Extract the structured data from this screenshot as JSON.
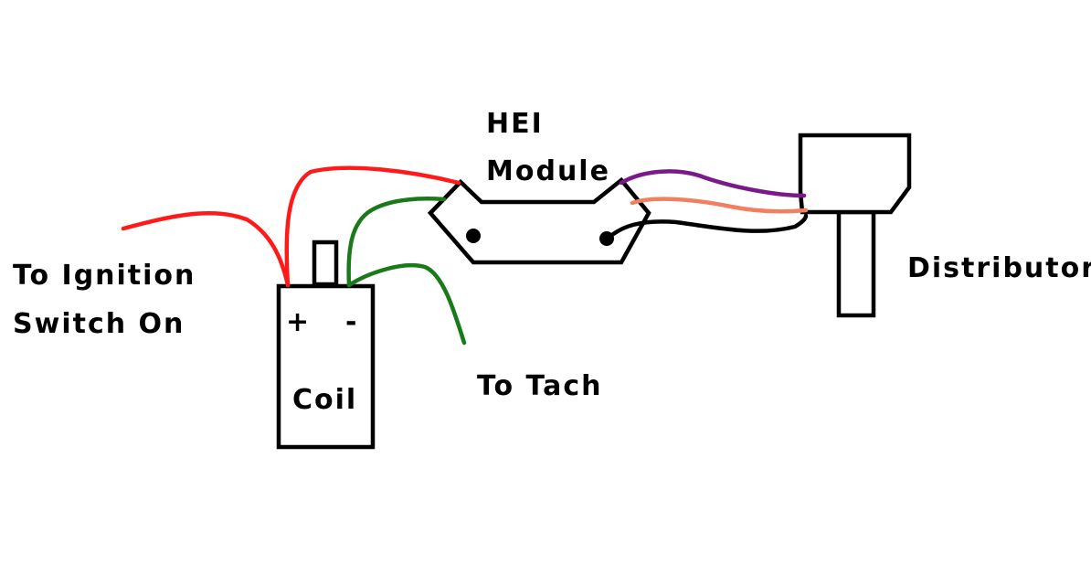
{
  "labels": {
    "ignition_line1": "To Ignition",
    "ignition_line2": "Switch On",
    "hei_line1": "HEI",
    "hei_line2": "Module",
    "coil": "Coil",
    "coil_positive": "+",
    "coil_negative": "-",
    "tach": "To Tach",
    "distributor": "Distributor"
  },
  "colors": {
    "ignition_wire": "#ff1a1a",
    "tach_wire": "#1a7a1a",
    "purple_wire": "#7a1a8a",
    "orange_wire": "#f08060",
    "outline": "#000000",
    "background": "#ffffff"
  }
}
